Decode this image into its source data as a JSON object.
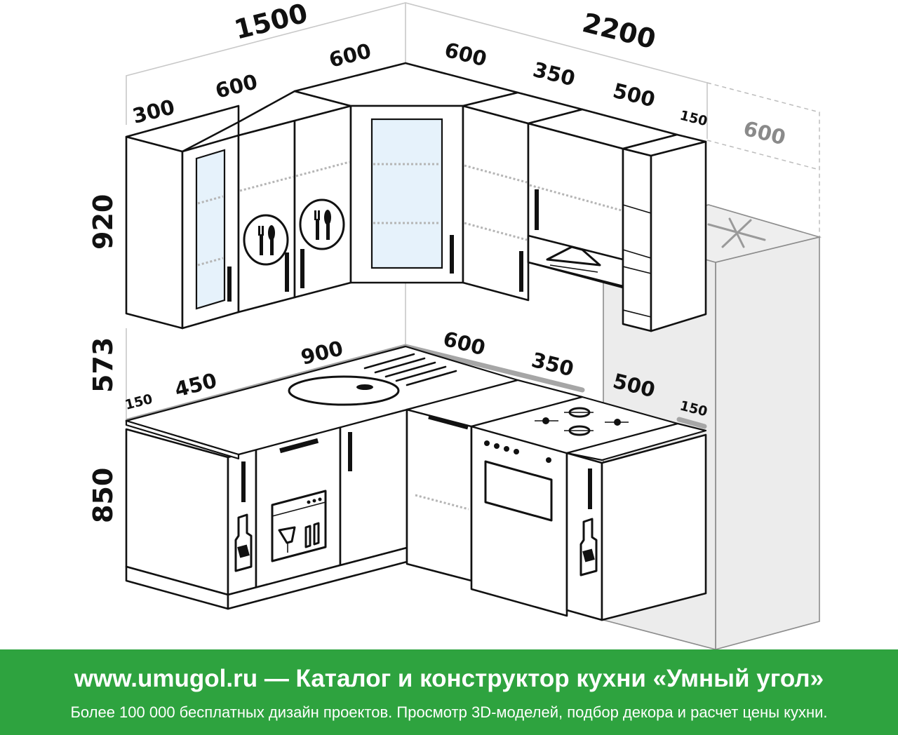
{
  "dimensions": {
    "upper_total_left": "1500",
    "upper_total_right": "2200",
    "upper_left_300": "300",
    "upper_left_600a": "600",
    "upper_left_600b": "600",
    "upper_right_600": "600",
    "upper_right_350": "350",
    "upper_right_500": "500",
    "upper_right_150": "150",
    "fridge_600": "600",
    "height_upper": "920",
    "height_gap": "573",
    "height_lower": "850",
    "lower_left_150": "150",
    "lower_left_450": "450",
    "lower_left_900": "900",
    "lower_right_600": "600",
    "lower_right_350": "350",
    "lower_right_500": "500",
    "lower_right_150": "150"
  },
  "icons": [
    "cutlery-icon",
    "dishwasher-icon",
    "bottle-icon",
    "snowflake-icon",
    "hood-icon",
    "sink-icon",
    "hob-icon",
    "oven-icon"
  ],
  "colors": {
    "footer_bg": "#2ea33f",
    "footer_text": "#ffffff",
    "glass": "#e6f2fb",
    "counter_edge": "#a6a6a6"
  },
  "footer": {
    "title": "www.umugol.ru — Каталог и конструктор кухни «Умный угол»",
    "subtitle": "Более 100 000 бесплатных дизайн проектов. Просмотр 3D-моделей, подбор декора и расчет цены кухни."
  }
}
